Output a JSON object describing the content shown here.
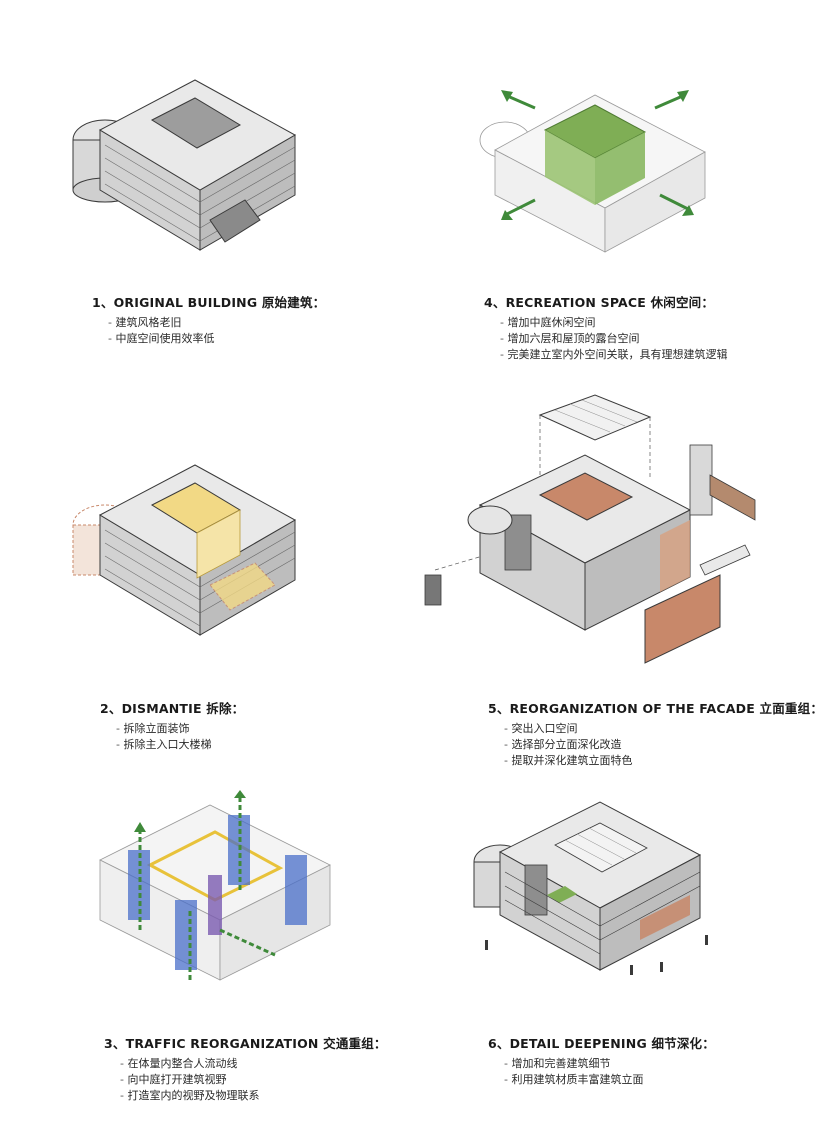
{
  "steps": [
    {
      "title": "1、ORIGINAL BUILDING 原始建筑：",
      "bullets": [
        "建筑风格老旧",
        "中庭空间使用效率低"
      ]
    },
    {
      "title": "2、DISMANTIE 拆除：",
      "bullets": [
        "拆除立面装饰",
        "拆除主入口大楼梯"
      ]
    },
    {
      "title": "3、TRAFFIC REORGANIZATION 交通重组：",
      "bullets": [
        "在体量内整合人流动线",
        "向中庭打开建筑视野",
        "打造室内的视野及物理联系"
      ]
    },
    {
      "title": "4、RECREATION SPACE 休闲空间：",
      "bullets": [
        "增加中庭休闲空间",
        "增加六层和屋顶的露台空间",
        "完美建立室内外空间关联，具有理想建筑逻辑"
      ]
    },
    {
      "title": "5、REORGANIZATION OF THE FACADE 立面重组：",
      "bullets": [
        "突出入口空间",
        "选择部分立面深化改造",
        "提取并深化建筑立面特色"
      ]
    },
    {
      "title": "6、DETAIL DEEPENING 细节深化：",
      "bullets": [
        "增加和完善建筑细节",
        "利用建筑材质丰富建筑立面"
      ]
    }
  ],
  "colors": {
    "line": "#3a3a3a",
    "roof": "#e9e9e9",
    "wall_left": "#d2d2d2",
    "wall_right": "#bdbdbd",
    "atrium_yellow": "#f2d985",
    "green_space": "#7fae55",
    "arrow_green": "#3f8a3a",
    "circulation_yellow": "#e8c23a",
    "core_blue": "#4a6fc9",
    "core_purple": "#7a5bb0",
    "facade_copper": "#c8886a"
  }
}
